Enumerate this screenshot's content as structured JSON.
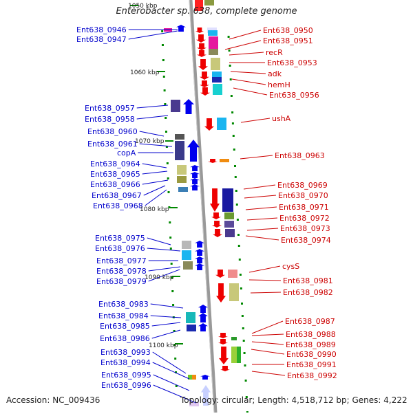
{
  "title": "Enterobacter sp. 638, complete genome",
  "footer": {
    "accession": "Accession: NC_009436",
    "topology": "Topology: circular",
    "length": "Length: 4,518,712 bp",
    "genes": "Genes: 4,222"
  },
  "kbp_ticks": [
    "1050 kbp",
    "1060 kbp",
    "1070 kbp",
    "1080 kbp",
    "1090 kbp",
    "1100 kbp"
  ],
  "colors": {
    "backbone": "#999999",
    "forward_strand": "#0000ee",
    "reverse_strand": "#ee0000",
    "label_left": "#0000cc",
    "label_right": "#cc0000",
    "tick": "#008800"
  },
  "labels_left": [
    "Ent638_0946",
    "Ent638_0947",
    "Ent638_0957",
    "Ent638_0958",
    "Ent638_0960",
    "Ent638_0961",
    "copA",
    "Ent638_0964",
    "Ent638_0965",
    "Ent638_0966",
    "Ent638_0967",
    "Ent638_0968",
    "Ent638_0975",
    "Ent638_0976",
    "Ent638_0977",
    "Ent638_0978",
    "Ent638_0979",
    "Ent638_0983",
    "Ent638_0984",
    "Ent638_0985",
    "Ent638_0986",
    "Ent638_0993",
    "Ent638_0994",
    "Ent638_0995",
    "Ent638_0996"
  ],
  "labels_right": [
    "Ent638_0950",
    "Ent638_0951",
    "recR",
    "Ent638_0953",
    "adk",
    "hemH",
    "Ent638_0956",
    "ushA",
    "Ent638_0963",
    "Ent638_0969",
    "Ent638_0970",
    "Ent638_0971",
    "Ent638_0972",
    "Ent638_0973",
    "Ent638_0974",
    "cysS",
    "Ent638_0981",
    "Ent638_0982",
    "Ent638_0987",
    "Ent638_0988",
    "Ent638_0989",
    "Ent638_0990",
    "Ent638_0991",
    "Ent638_0992"
  ]
}
